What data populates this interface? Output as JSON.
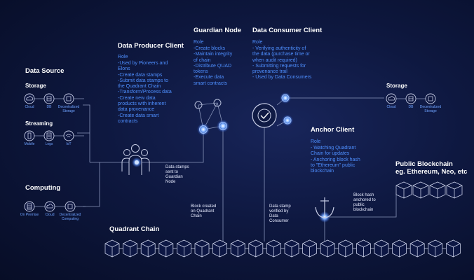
{
  "data_source": {
    "title": "Data Source",
    "storage": {
      "title": "Storage",
      "items": [
        "Cloud",
        "DB",
        "Decentralized Storage"
      ],
      "icons": [
        "cloud-icon",
        "database-icon",
        "decentralized-storage-icon"
      ]
    },
    "streaming": {
      "title": "Streaming",
      "items": [
        "Mobile",
        "Logs",
        "IoT"
      ],
      "icons": [
        "mobile-icon",
        "logs-icon",
        "iot-icon"
      ]
    }
  },
  "computing": {
    "title": "Computing",
    "items": [
      "On Premise",
      "Cloud",
      "Decentralized Computing"
    ],
    "icons": [
      "server-icon",
      "cloud-icon",
      "decentralized-computing-icon"
    ]
  },
  "producer": {
    "title": "Data Producer Client",
    "role_heading": "Role",
    "role_text": "-Used by Pioneers and\nElons\n-Create data stamps\n-Submit data stamps to\nthe Quadrant Chain\n-Transform/Process data\n-Create new data\nproducts with inherent\ndata provenance\n-Create data smart\ncontracts",
    "icon": "users-group-icon"
  },
  "guardian": {
    "title": "Guardian Node",
    "role_heading": "Role",
    "role_text": "-Create blocks\n-Maintain integrity\nof chain\n-Distribute QUAD\ntokens\n-Execute data\nsmart contracts"
  },
  "consumer": {
    "title": "Data Consumer Client",
    "role_heading": "Role",
    "role_text": "- Verifying authenticity of\nthe data (purchase time or\nwhen audit required)\n- Submitting requests for\nprovenance trail\n- Used by Data Consumers",
    "icon": "checkmark-icon"
  },
  "consumer_storage": {
    "title": "Storage",
    "items": [
      "Cloud",
      "DB",
      "Decentralized Storage"
    ],
    "icons": [
      "cloud-icon",
      "database-icon",
      "decentralized-storage-icon"
    ]
  },
  "anchor": {
    "title": "Anchor Client",
    "role_heading": "Role",
    "role_text": "- Watching Quadrant\nChain for updates\n- Anchoring block hash\nto \"Ethereum\" public\nblockchain",
    "icon": "anchor-icon"
  },
  "public_blockchain": {
    "title": "Public Blockchain\neg. Ethereum, Neo, etc"
  },
  "notes": {
    "stamps_sent": "Data stamps\nsent to\nGuardian\nNode",
    "block_created": "Block created\non Quadrant\nChain",
    "stamp_verified": "Data stamp\nverified by\nData\nConsumer",
    "hash_anchored": "Block hash\nanchored to\npublic\nblockchain"
  },
  "chain": {
    "title": "Quadrant Chain",
    "block_count": 20
  },
  "colors": {
    "accent": "#4e8fff",
    "glow": "#6ea8ff",
    "line": "#9aa6c8",
    "background": "#0a1130"
  }
}
